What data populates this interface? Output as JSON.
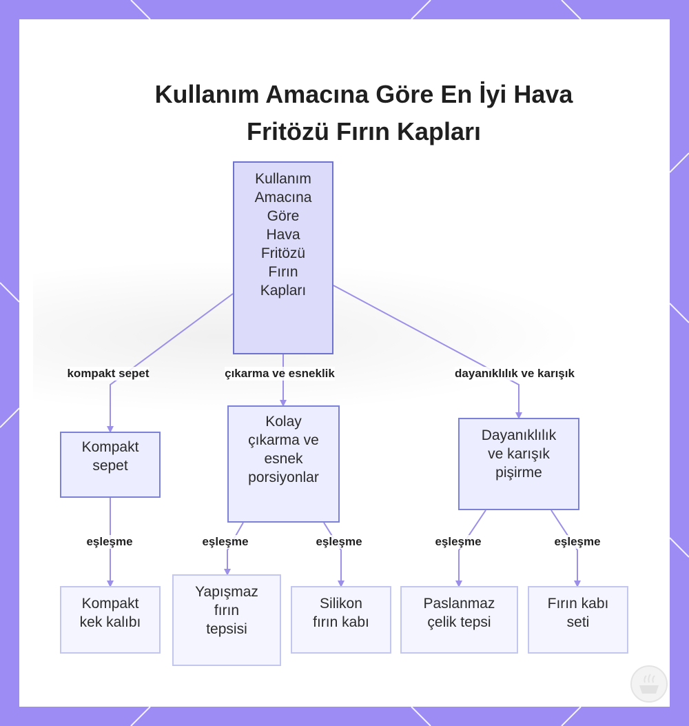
{
  "title": {
    "lines": [
      "Kullanım Amacına Göre En İyi Hava",
      "Fritözü Fırın Kapları"
    ]
  },
  "nodes": {
    "root": [
      "Kullanım",
      "Amacına",
      "Göre",
      "Hava",
      "Fritözü",
      "Fırın",
      "Kapları"
    ],
    "compact": [
      "Kompakt",
      "sepet"
    ],
    "easy": [
      "Kolay",
      "çıkarma ve",
      "esnek",
      "porsiyonlar"
    ],
    "durable": [
      "Dayanıklılık",
      "ve karışık",
      "pişirme"
    ],
    "cake_pan": [
      "Kompakt",
      "kek kalıbı"
    ],
    "nonstick": [
      "Yapışmaz",
      "fırın",
      "tepsisi"
    ],
    "silicone": [
      "Silikon",
      "fırın kabı"
    ],
    "steel_tray": [
      "Paslanmaz",
      "çelik tepsi"
    ],
    "bake_set": [
      "Fırın kabı",
      "seti"
    ]
  },
  "edge_labels": {
    "compact": "kompakt sepet",
    "easy": "çıkarma ve esneklik",
    "durable": "dayanıklılık ve karışık",
    "match_1": "eşleşme",
    "match_2": "eşleşme",
    "match_3": "eşleşme",
    "match_4": "eşleşme",
    "match_5": "eşleşme"
  },
  "colors": {
    "frame": "#9d8cf4",
    "edge": "#9b8fe8",
    "node_border": "#7b80d8"
  },
  "logo_icon": "cooking-pot-logo-icon"
}
